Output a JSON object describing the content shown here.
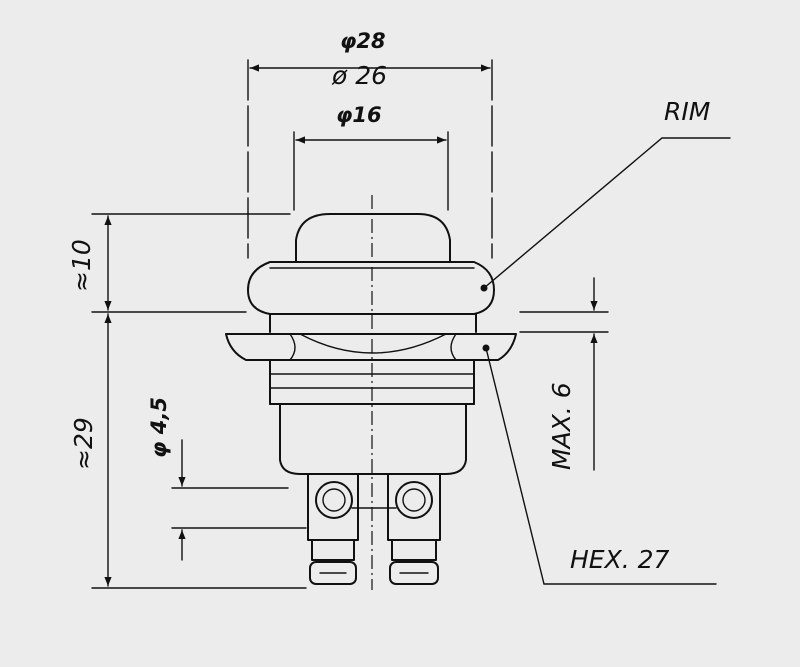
{
  "labels": {
    "dia_top": "φ28",
    "dia_26": "ø 26",
    "dia_16": "φ16",
    "rim": "RIM",
    "height_10": "≈10",
    "height_29": "≈29",
    "dia_45": "φ 4,5",
    "max6": "MAX. 6",
    "hex27": "HEX. 27"
  }
}
